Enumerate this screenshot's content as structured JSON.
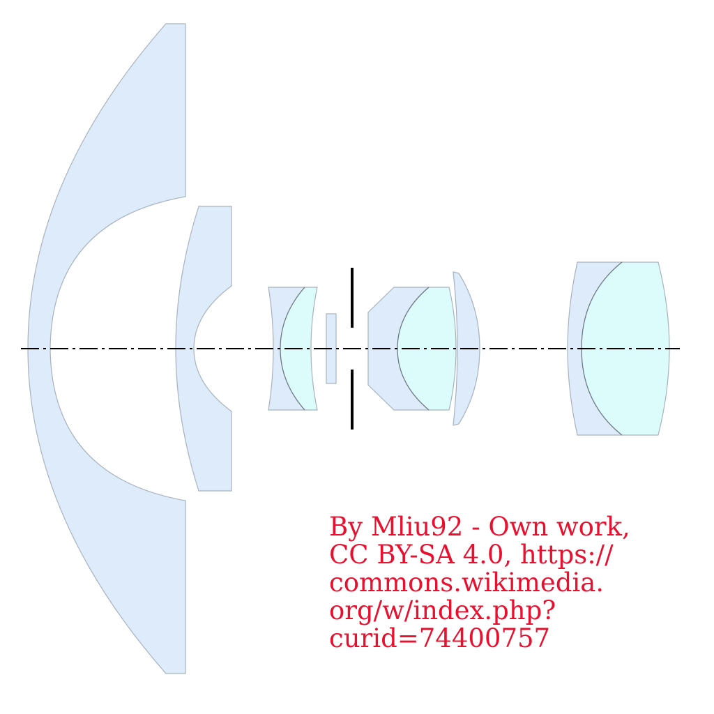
{
  "credit": {
    "lines": [
      "By Mliu92 - Own work,",
      "CC BY-SA 4.0, https://",
      "commons.wikimedia.",
      "org/w/index.php?",
      "curid=74400757"
    ]
  },
  "colors": {
    "glass_blue": "#ddebfb",
    "glass_cyan": "#dcfcfc",
    "outline": "#a7b2bd",
    "axis": "#000000",
    "credit_text": "#e8102e"
  }
}
